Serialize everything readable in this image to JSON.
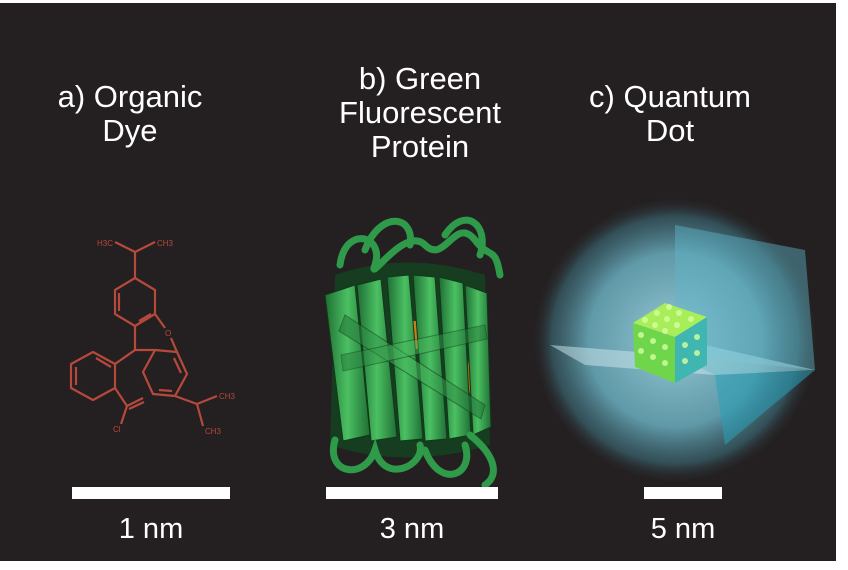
{
  "panels": [
    {
      "title_lines": [
        "a) Organic",
        "Dye"
      ],
      "scale": "1 nm"
    },
    {
      "title_lines": [
        "b) Green",
        "Fluorescent",
        "Protein"
      ],
      "scale": "3 nm"
    },
    {
      "title_lines": [
        "c) Quantum",
        "Dot"
      ],
      "scale": "5 nm"
    }
  ],
  "molecule_labels": [
    "H3C",
    "CH3",
    "O",
    "CH3",
    "CH3",
    "Cl"
  ],
  "colors": {
    "background": "#241f20",
    "text": "#ffffff",
    "dye": "#b54a3c",
    "protein": "#2f9a4a",
    "chromophore": "#d07a1c",
    "qd_shell": "#7fc6d6",
    "qd_core": "#8fe34f"
  }
}
